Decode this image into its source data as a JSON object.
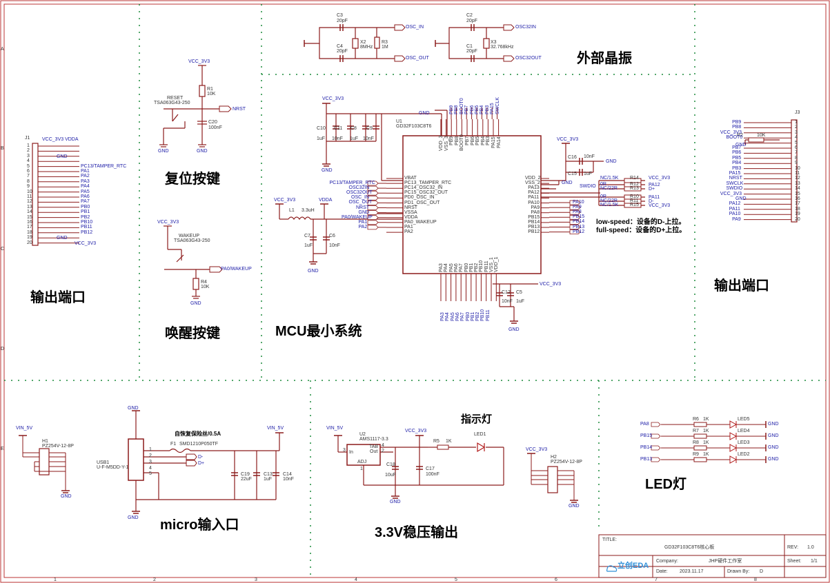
{
  "sections": {
    "crystal": "外部晶振",
    "reset": "复位按键",
    "wakeup": "唤醒按键",
    "mcu": "MCU最小系统",
    "out_left": "输出端口",
    "out_right": "输出端口",
    "micro": "micro输入口",
    "ldo": "3.3V稳压输出",
    "indicator": "指示灯",
    "led": "LED灯"
  },
  "notes": {
    "low_speed": "low-speed：设备的D-上拉。",
    "full_speed": "full-speed：设备的D+上拉。",
    "fuse": "自恢复保险丝/0.5A"
  },
  "crystal": {
    "c3": "C3",
    "c3v": "20pF",
    "c4": "C4",
    "c4v": "20pF",
    "x2": "X2",
    "x2v": "8MHz",
    "r3": "R3",
    "r3v": "1M",
    "c2": "C2",
    "c2v": "20pF",
    "c1": "C1",
    "c1v": "20pF",
    "x3": "X3",
    "x3v": "32.768kHz",
    "osc_in": "OSC_IN",
    "osc_out": "OSC_OUT",
    "osc32_in": "OSC32IN",
    "osc32_out": "OSC32OUT"
  },
  "reset": {
    "vcc": "VCC_3V3",
    "r1": "R1",
    "r1v": "10K",
    "label": "RESET",
    "sw": "TSA063G43-250",
    "c20": "C20",
    "c20v": "100nF",
    "nrst": "NRST",
    "gnd": "GND"
  },
  "wakeup": {
    "vcc": "VCC_3V3",
    "label": "WAKEUP",
    "sw": "TSA063G43-250",
    "net": "PA0/WAKEUP",
    "r4": "R4",
    "r4v": "10K",
    "gnd": "GND"
  },
  "mcu": {
    "u1": "U1",
    "part": "GD32F103C8T6",
    "left_nets": [
      "PC13/TAMPER_RTC",
      "OSC32IN",
      "OSC32OUT",
      "OSC_IN",
      "OSC_OUT",
      "NRST",
      "GND",
      "PA0/WAKEUP",
      "PA1",
      "PA2"
    ],
    "left_pins": [
      "VBAT",
      "PC13_TAMPER_RTC",
      "PC14_OSC32_IN",
      "PC15_OSC32_OUT",
      "PD0_OSC_IN",
      "PD1_OSC_OUT",
      "NRST",
      "VSSA",
      "VDDA",
      "PA0_WAKEUP",
      "PA1",
      "PA2"
    ],
    "right_pins": [
      "VDD_2",
      "VSS_2",
      "PA13",
      "PA12",
      "PA11",
      "PA10",
      "PA9",
      "PA8",
      "PB15",
      "PB14",
      "PB13",
      "PB12"
    ],
    "right_nets": [
      "PA10",
      "PA9",
      "PA8",
      "PB15",
      "PB14",
      "PB13",
      "PB12"
    ],
    "top_pins": [
      "VDD_3",
      "VSS_3",
      "PB9",
      "PB8",
      "BOOT0",
      "PB7",
      "PB6",
      "PB5",
      "PB4",
      "PB3",
      "PA15",
      "PA14"
    ],
    "top_nets": [
      "PB9",
      "PB8",
      "BOOT0",
      "PB7",
      "PB6",
      "PB5",
      "PB4",
      "PB3",
      "PA15",
      "SWCLK"
    ],
    "bottom_pins": [
      "PA3",
      "PA4",
      "PA5",
      "PA6",
      "PA7",
      "PB0",
      "PB1",
      "PB2",
      "PB10",
      "PB11",
      "VSS_1",
      "VDD_1"
    ],
    "bottom_nets": [
      "PA3",
      "PA4",
      "PA5",
      "PA6",
      "PA7",
      "PB0",
      "PB1",
      "PB2",
      "PB10",
      "PB11"
    ],
    "caps": [
      "C10",
      "C11",
      "C8",
      "C9"
    ],
    "capv": [
      "1uF",
      "10nF",
      "1uF",
      "10nF"
    ],
    "vcc": "VCC_3V3",
    "gnd": "GND",
    "vdda": "VDDA",
    "l1": "L1",
    "l1v": "3.3uH",
    "c7": "C7",
    "c7v": "1uF",
    "c6": "C6",
    "c6v": "10nF",
    "c16": "C16",
    "c16v": "10nF",
    "c15": "C15",
    "c15v": "1uF",
    "swdio": "SWDIO",
    "c12": "C12",
    "c12v": "10nF",
    "c5": "C5",
    "c5v": "1uF",
    "res_labels": [
      "NC/1.5K",
      "0R",
      "NC/22R",
      "0R",
      "NC/22R",
      "NC/1.5K"
    ],
    "res_names": [
      "R14",
      "R12",
      "R13",
      "R10",
      "R11",
      "R15"
    ],
    "res_nets": [
      "VCC_3V3",
      "PA12",
      "D+",
      "PA11",
      "D-",
      "VCC_3V3"
    ]
  },
  "j1": {
    "name": "J1",
    "pins": [
      "1",
      "2",
      "3",
      "4",
      "5",
      "6",
      "7",
      "8",
      "9",
      "10",
      "11",
      "12",
      "13",
      "14",
      "15",
      "16",
      "17",
      "18",
      "19",
      "20"
    ],
    "nets": [
      "VCC_3V3 VDDA",
      "",
      "GND",
      "",
      "PC13/TAMPER_RTC",
      "PA1",
      "PA2",
      "PA3",
      "PA4",
      "PA5",
      "PA6",
      "PA7",
      "PB0",
      "PB1",
      "PB2",
      "PB10",
      "PB11",
      "PB12",
      "GND",
      "VCC_3V3"
    ]
  },
  "j3": {
    "name": "J3",
    "pins": [
      "1",
      "2",
      "3",
      "4",
      "5",
      "6",
      "7",
      "8",
      "9",
      "10",
      "11",
      "12",
      "13",
      "14",
      "15",
      "16",
      "17",
      "18",
      "19",
      "20"
    ],
    "nets": [
      "PB9",
      "PB8",
      "VCC_3V3",
      "BOOT0",
      "",
      "PB7",
      "PB6",
      "PB5",
      "PB4",
      "PB3",
      "PA15",
      "NRST",
      "SWCLK",
      "SWDIO",
      "VCC_3V3",
      "GND",
      "PA12",
      "PA11",
      "PA10",
      "PA9"
    ],
    "r2": "R2",
    "r2v": "10K",
    "gnd": "GND"
  },
  "micro": {
    "vin": "VIN_5V",
    "h1": "H1",
    "h1part": "PZ254V-12-8P",
    "gnd": "GND",
    "usb": "USB1",
    "usbpart": "U-F-M5DD-Y-1",
    "f1": "F1",
    "f1part": "SMD1210P050TF",
    "dm": "D-",
    "dp": "D+",
    "c19": "C19",
    "c19v": "22uF",
    "c13": "C13",
    "c13v": "1uF",
    "c14": "C14",
    "c14v": "10nF",
    "usbpins": [
      "1",
      "2",
      "3",
      "4",
      "5"
    ]
  },
  "ldo": {
    "vin": "VIN_5V",
    "u2": "U2",
    "part": "AMS1117-3.3",
    "pin_in": "In",
    "pin_adj": "ADJ",
    "pin_tab": "TAB",
    "pin_out": "Out",
    "vcc": "VCC_3V3",
    "c18": "C18",
    "c18v": "10uF",
    "c17": "C17",
    "c17v": "100nF",
    "r5": "R5",
    "r5v": "1K",
    "led1": "LED1",
    "gnd": "GND",
    "p3": "3",
    "p2": "2",
    "p1": "1",
    "p4": "4"
  },
  "leds": {
    "nets": [
      "PA8",
      "PB15",
      "PB14",
      "PB13"
    ],
    "rs": [
      "R6",
      "R7",
      "R8",
      "R9"
    ],
    "rv": "1K",
    "names": [
      "LED5",
      "LED4",
      "LED3",
      "LED2"
    ],
    "gnd": "GND",
    "vcc": "VCC_3V3",
    "h2": "H2",
    "h2part": "PZ254V-12-8P"
  },
  "title_block": {
    "title_label": "TITLE:",
    "title": "GD32F103C8T6核心板",
    "rev_label": "REV:",
    "rev": "1.0",
    "company_label": "Company:",
    "company": "JHP硬件工作室",
    "sheet_label": "Sheet:",
    "sheet": "1/1",
    "date_label": "Date:",
    "date": "2023.11.17",
    "drawn_label": "Drawn By:",
    "drawn": "D",
    "logo": "立创EDA"
  },
  "frame": {
    "cols": [
      "1",
      "2",
      "3",
      "4",
      "5",
      "6",
      "7",
      "8"
    ],
    "rows": [
      "A",
      "B",
      "C",
      "D",
      "E"
    ]
  }
}
